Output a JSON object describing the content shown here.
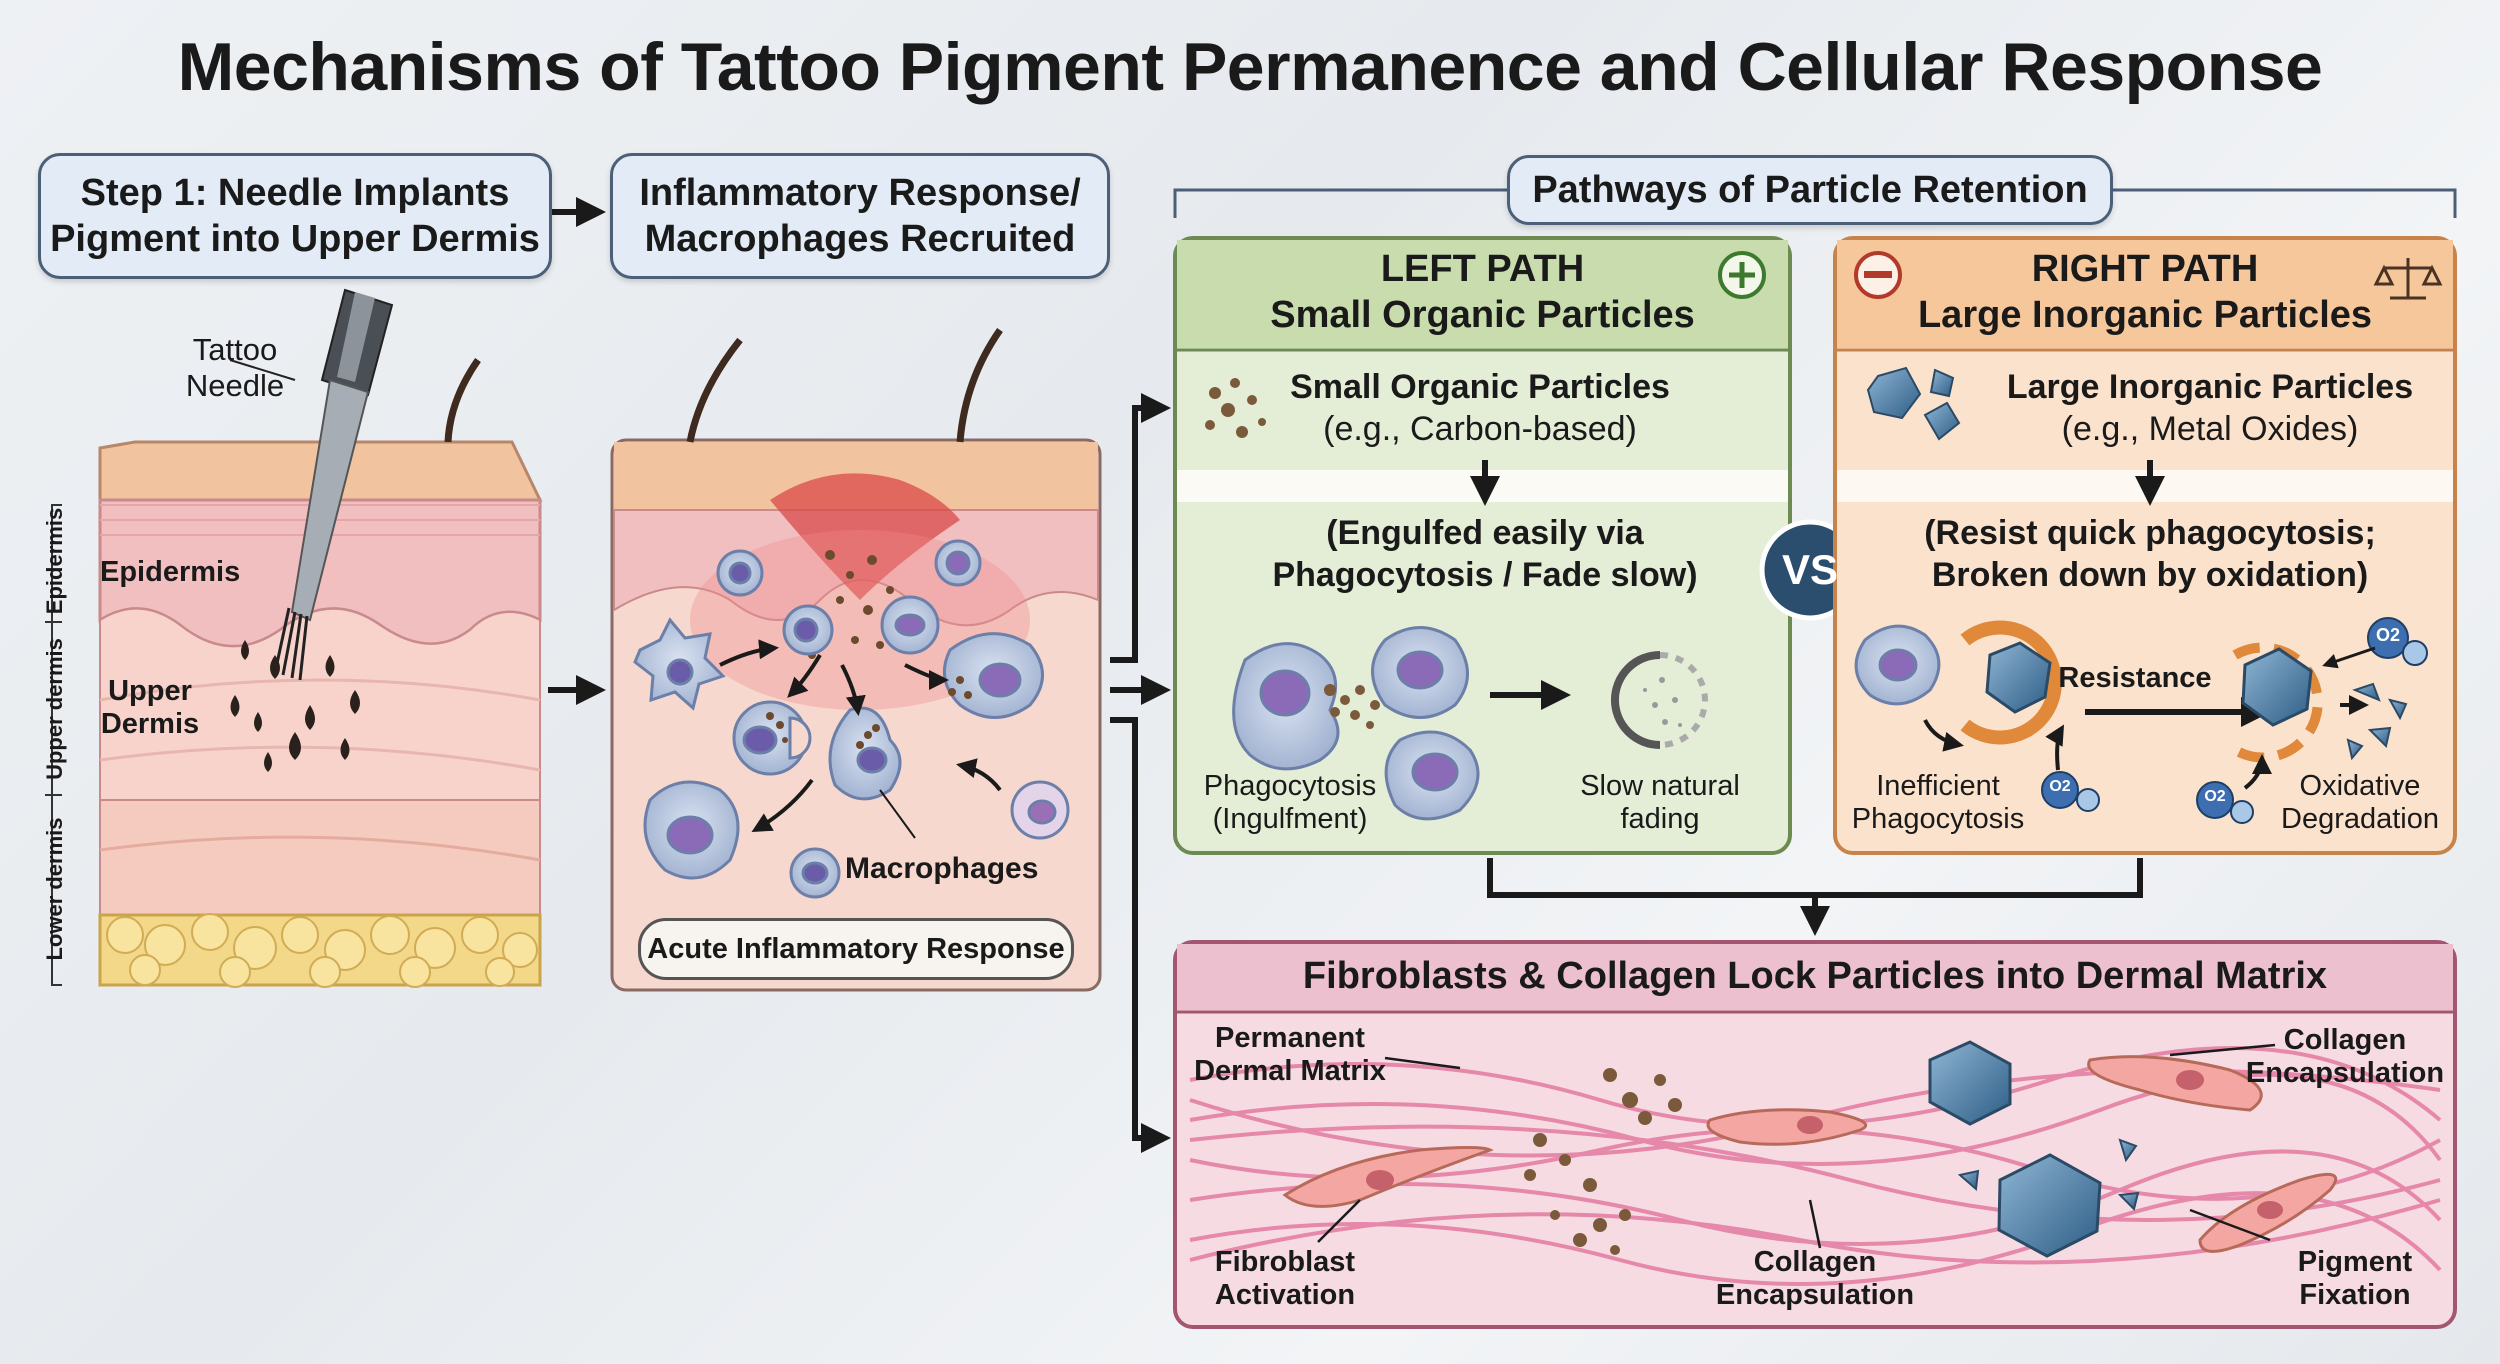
{
  "title": "Mechanisms of Tattoo Pigment Permanence and Cellular Response",
  "step1": {
    "heading": "Step 1: Needle Implants Pigment into Upper Dermis",
    "needle_label": "Tattoo Needle",
    "epidermis_label": "Epidermis",
    "upper_dermis_label": "Upper Dermis",
    "side_epidermis": "Epidermis",
    "side_upper_dermis": "Upper dermis",
    "side_lower_dermis": "Lower dermis"
  },
  "inflammation": {
    "heading": "Inflammatory Response/ Macrophages Recruited",
    "macrophages_label": "Macrophages",
    "badge": "Acute Inflammatory Response"
  },
  "pathways": {
    "heading": "Pathways of Particle Retention",
    "vs": "VS",
    "left": {
      "title_line1": "LEFT PATH",
      "title_line2": "Small Organic Particles",
      "sub_title": "Small Organic Particles",
      "sub_example": "(e.g., Carbon-based)",
      "mechanism": "(Engulfed easily via Phagocytosis / Fade slow)",
      "phagocytosis_label": "Phagocytosis (Ingulfment)",
      "fading_label": "Slow natural fading"
    },
    "right": {
      "title_line1": "RIGHT PATH",
      "title_line2": "Large Inorganic Particles",
      "sub_title": "Large Inorganic Particles",
      "sub_example": "(e.g., Metal Oxides)",
      "mechanism": "(Resist quick phagocytosis; Broken down by oxidation)",
      "resistance_label": "Resistance",
      "inefficient_label": "Inefficient Phagocytosis",
      "oxidative_label": "Oxidative Degradation",
      "o2": "O2"
    }
  },
  "fibroblasts": {
    "heading": "Fibroblasts & Collagen Lock Particles into Dermal Matrix",
    "permanent_matrix": "Permanent Dermal Matrix",
    "collagen_encapsulation_top": "Collagen Encapsulation",
    "fibroblast_activation": "Fibroblast Activation",
    "collagen_encapsulation_bottom": "Collagen Encapsulation",
    "pigment_fixation": "Pigment Fixation"
  },
  "colors": {
    "left_panel": "#e4edd6",
    "left_header": "#c8dcae",
    "right_panel": "#fbe2cc",
    "right_header": "#f7c79c",
    "bottom_panel": "#f7dbe3",
    "bottom_header": "#ecc0cf",
    "vs_circle": "#2c4e6e"
  }
}
